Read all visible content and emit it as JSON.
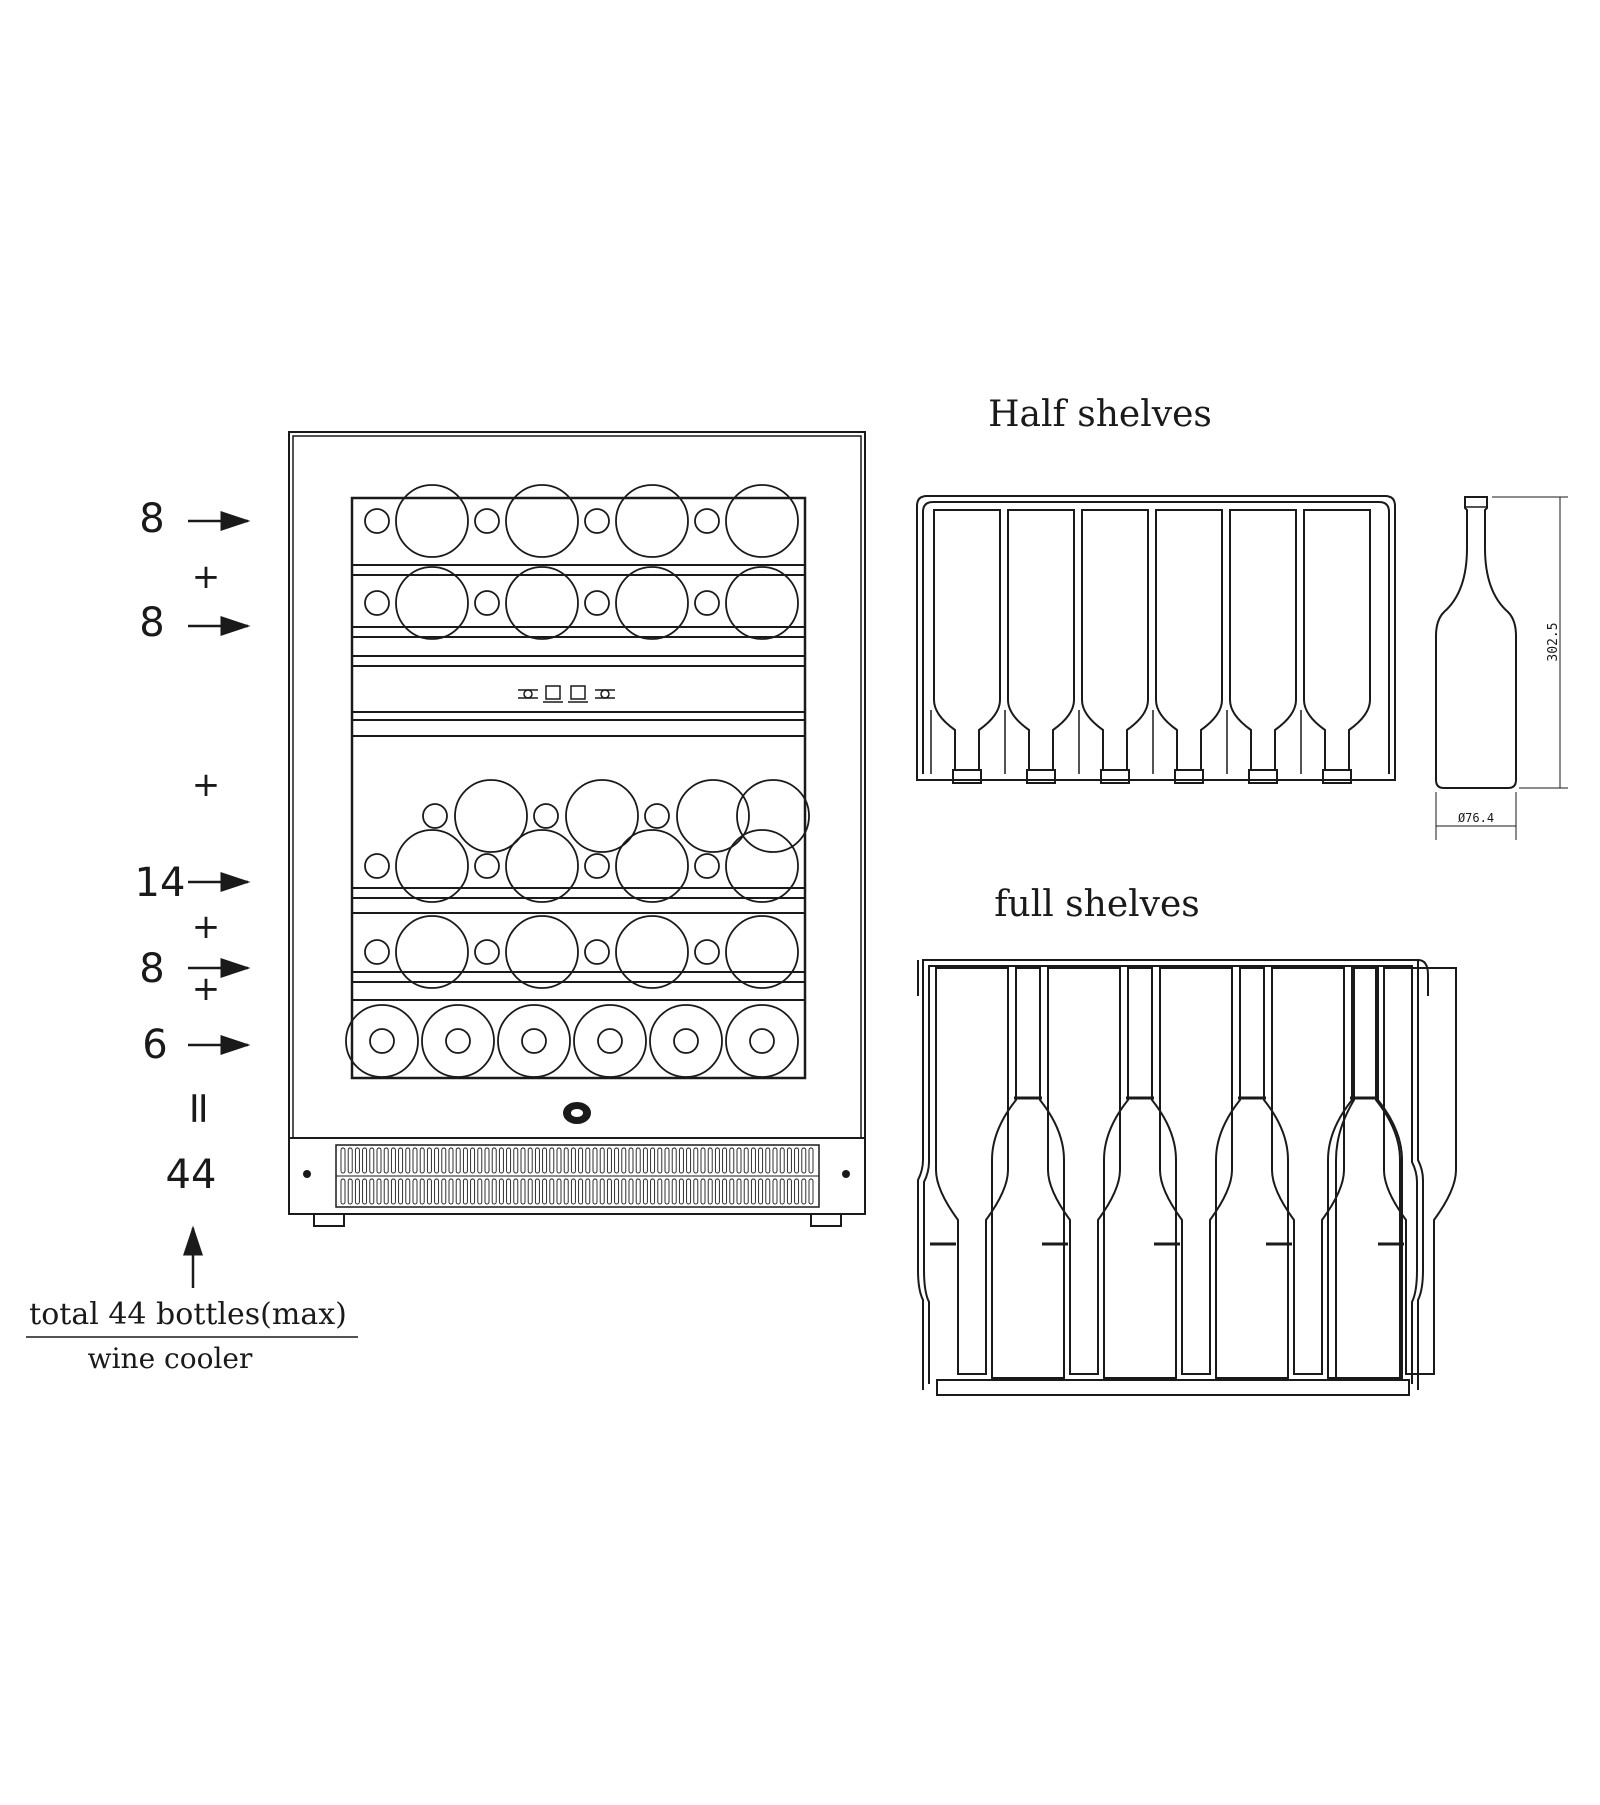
{
  "counts": {
    "shelf1": "8",
    "shelf2": "8",
    "shelf3": "14",
    "shelf4": "8",
    "shelf5": "6",
    "total": "44",
    "plus": "+",
    "equals": "="
  },
  "caption": {
    "line1": "total 44 bottles(max)",
    "line2": "wine cooler"
  },
  "sections": {
    "half": "Half shelves",
    "full": "full shelves"
  },
  "bottle_dims": {
    "height": "302.5",
    "diameter": "Ø76.4"
  },
  "colors": {
    "ink": "#1a1a1a",
    "paper": "#ffffff"
  },
  "icons": {
    "control_panel": "control-panel-icons",
    "lock": "lock-icon",
    "arrow": "arrow-right-icon"
  }
}
